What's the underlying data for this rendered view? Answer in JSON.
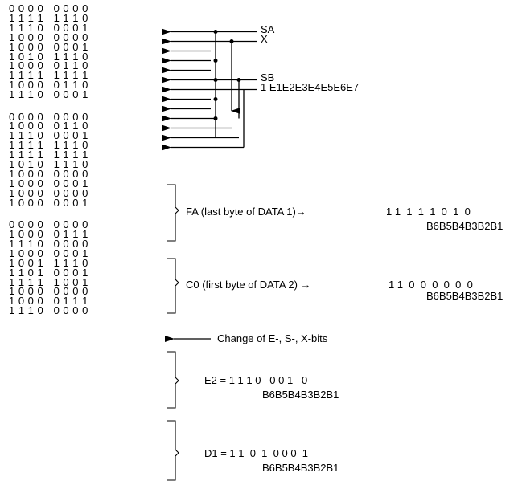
{
  "bit_rows": {
    "group1": [
      "0 0 0 0   0 0 0 0",
      "1 1 1 1   1 1 1 0",
      "1 1 1 0   0 0 0 1",
      "1 0 0 0   0 0 0 0",
      "1 0 0 0   0 0 0 1",
      "1 0 1 0   1 1 1 0",
      "1 0 0 0   0 1 1 0",
      "1 1 1 1   1 1 1 1",
      "1 0 0 0   0 1 1 0",
      "1 1 1 0   0 0 0 1"
    ],
    "group2": [
      "0 0 0 0   0 0 0 0",
      "1 0 0 0   0 1 1 0",
      "1 1 1 0   0 0 0 1",
      "1 1 1 1   1 1 1 0",
      "1 1 1 1   1 1 1 1",
      "1 0 1 0   1 1 1 0",
      "1 0 0 0   0 0 0 0",
      "1 0 0 0   0 0 0 1",
      "1 0 0 0   0 0 0 0",
      "1 0 0 0   0 0 0 1"
    ],
    "group3": [
      "0 0 0 0   0 0 0 0",
      "1 0 0 0   0 1 1 1",
      "1 1 1 0   0 0 0 0",
      "1 0 0 0   0 0 0 1",
      "1 0 0 1   1 1 1 0",
      "1 1 0 1   0 0 0 1",
      "1 1 1 1   1 0 0 1",
      "1 0 0 0   0 0 0 0",
      "1 0 0 0   0 1 1 1",
      "1 1 1 0   0 0 0 0"
    ]
  },
  "signals": {
    "sa": "SA",
    "x": "X",
    "sb": "SB",
    "e_bits": "1 E1E2E3E4E5E6E7"
  },
  "annotations": {
    "fa_label": "FA (last byte of DATA 1)→",
    "fa_bits": "1 1  1  1  1  0  1  0",
    "fa_bit_names": "B6B5B4B3B2B1",
    "c0_label": "C0 (first byte of DATA 2) →",
    "c0_bits": "1 1  0  0  0  0  0  0",
    "c0_bit_names": "B6B5B4B3B2B1",
    "change_label": "Change of E-, S-, X-bits",
    "e2_label": "E2 = 1 1 1 0   0 0 1   0",
    "e2_bit_names": "B6B5B4B3B2B1",
    "d1_label": "D1 = 1 1  0  1  0 0 0  1",
    "d1_bit_names": "B6B5B4B3B2B1"
  }
}
